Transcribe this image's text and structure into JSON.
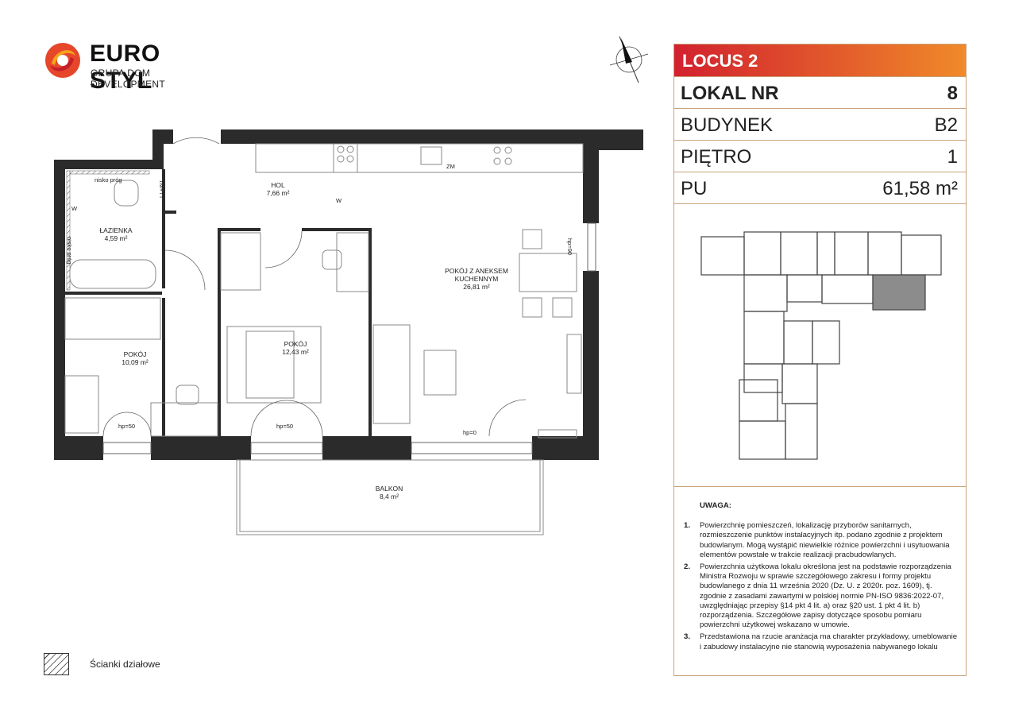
{
  "brand": {
    "name": "EURO STYL",
    "subtitle": "GRUPA DOM DEVELOPMENT"
  },
  "panel": {
    "project": "LOCUS 2",
    "rows": [
      {
        "label": "LOKAL NR",
        "value": "8"
      },
      {
        "label": "BUDYNEK",
        "value": "B2"
      },
      {
        "label": "PIĘTRO",
        "value": "1"
      },
      {
        "label": "PU",
        "value": "61,58 m²"
      }
    ]
  },
  "notes": {
    "heading": "UWAGA:",
    "items": [
      {
        "num": "1.",
        "text": "Powierzchnię pomieszczeń, lokalizację przyborów sanitarnych, rozmieszczenie punktów instalacyjnych itp. podano zgodnie z projektem budowlanym. Mogą wystąpić niewielkie różnice powierzchni i usytuowania elementów powstałe w trakcie realizacji pracbudowlanych."
      },
      {
        "num": "2.",
        "text": "Powierzchnia użytkowa lokalu określona jest na podstawie rozporządzenia Ministra Rozwoju w sprawie szczegółowego zakresu i formy projektu budowlanego z dnia 11 września 2020 (Dz. U. z 2020r. poz. 1609), tj. zgodnie z zasadami zawartymi w polskiej normie PN-ISO 9836:2022-07, uwzględniając przepisy §14 pkt 4 lit. a) oraz §20 ust. 1 pkt 4 lit. b) rozporządzenia. Szczegółowe zapisy dotyczące sposobu pomiaru powierzchni użytkowej wskazano w umowie."
      },
      {
        "num": "3.",
        "text": "Przedstawiona na rzucie aranżacja ma charakter przykładowy, umeblowanie i zabudowy instalacyjne nie stanowią wyposażenia nabywanego lokalu"
      }
    ]
  },
  "legend": {
    "label": "Ścianki działowe"
  },
  "plan": {
    "rooms": [
      {
        "name": "HOL",
        "area": "7,66 m²"
      },
      {
        "name": "ŁAZIENKA",
        "area": "4,59 m²"
      },
      {
        "name": "POKÓJ",
        "area": "10,09 m²"
      },
      {
        "name": "POKÓJ",
        "area": "12,43 m²"
      },
      {
        "name": "POKÓJ Z ANEKSEM KUCHENNYM",
        "area": "26,81 m²"
      },
      {
        "name": "BALKON",
        "area": "8,4 m²"
      }
    ],
    "labels": {
      "tm": "TM+TT",
      "nisko_prog_1": "nisko próg",
      "nisko_prog_2": "nisko próg",
      "w1": "W",
      "w2": "W",
      "zm": "ZM",
      "hp50a": "hp=50",
      "hp50b": "hp=50",
      "hp0": "hp=0",
      "hp90": "hp=90"
    }
  }
}
